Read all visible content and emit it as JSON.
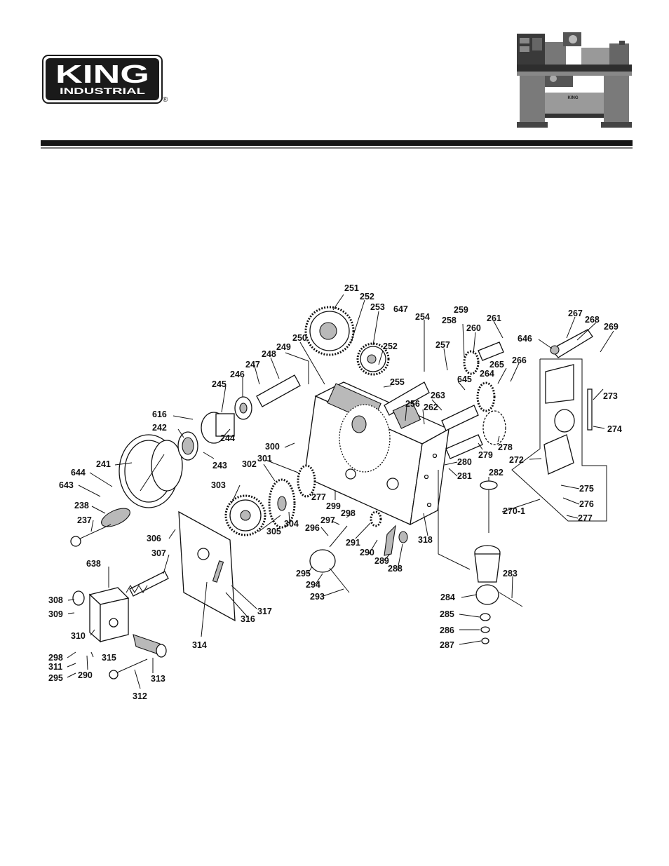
{
  "brand": {
    "name": "KING",
    "sub": "INDUSTRIAL",
    "registered": "®",
    "colors": {
      "logo_bg": "#1a1a1a",
      "logo_text": "#ffffff",
      "rule": "#151515"
    }
  },
  "icons": {
    "logo": "king-industrial-logo",
    "product": "metal-lathe-photo"
  },
  "diagram": {
    "parts": [
      {
        "id": "251"
      },
      {
        "id": "252"
      },
      {
        "id": "253"
      },
      {
        "id": "647"
      },
      {
        "id": "254"
      },
      {
        "id": "259"
      },
      {
        "id": "258"
      },
      {
        "id": "261"
      },
      {
        "id": "260"
      },
      {
        "id": "267"
      },
      {
        "id": "268"
      },
      {
        "id": "269"
      },
      {
        "id": "646"
      },
      {
        "id": "250"
      },
      {
        "id": "249"
      },
      {
        "id": "252"
      },
      {
        "id": "257"
      },
      {
        "id": "248"
      },
      {
        "id": "247"
      },
      {
        "id": "265"
      },
      {
        "id": "266"
      },
      {
        "id": "264"
      },
      {
        "id": "246"
      },
      {
        "id": "255"
      },
      {
        "id": "645"
      },
      {
        "id": "245"
      },
      {
        "id": "256"
      },
      {
        "id": "263"
      },
      {
        "id": "262"
      },
      {
        "id": "273"
      },
      {
        "id": "616"
      },
      {
        "id": "274"
      },
      {
        "id": "242"
      },
      {
        "id": "244"
      },
      {
        "id": "243"
      },
      {
        "id": "300"
      },
      {
        "id": "278"
      },
      {
        "id": "279"
      },
      {
        "id": "272"
      },
      {
        "id": "302"
      },
      {
        "id": "301"
      },
      {
        "id": "280"
      },
      {
        "id": "241"
      },
      {
        "id": "281"
      },
      {
        "id": "644"
      },
      {
        "id": "282"
      },
      {
        "id": "643"
      },
      {
        "id": "303"
      },
      {
        "id": "275"
      },
      {
        "id": "277"
      },
      {
        "id": "299"
      },
      {
        "id": "238"
      },
      {
        "id": "270-1"
      },
      {
        "id": "276"
      },
      {
        "id": "298"
      },
      {
        "id": "297"
      },
      {
        "id": "237"
      },
      {
        "id": "277"
      },
      {
        "id": "305"
      },
      {
        "id": "304"
      },
      {
        "id": "296"
      },
      {
        "id": "306"
      },
      {
        "id": "291"
      },
      {
        "id": "318"
      },
      {
        "id": "290"
      },
      {
        "id": "289"
      },
      {
        "id": "307"
      },
      {
        "id": "288"
      },
      {
        "id": "638"
      },
      {
        "id": "295"
      },
      {
        "id": "283"
      },
      {
        "id": "294"
      },
      {
        "id": "293"
      },
      {
        "id": "308"
      },
      {
        "id": "284"
      },
      {
        "id": "317"
      },
      {
        "id": "309"
      },
      {
        "id": "316"
      },
      {
        "id": "285"
      },
      {
        "id": "310"
      },
      {
        "id": "286"
      },
      {
        "id": "314"
      },
      {
        "id": "287"
      },
      {
        "id": "298"
      },
      {
        "id": "315"
      },
      {
        "id": "311"
      },
      {
        "id": "290"
      },
      {
        "id": "295"
      },
      {
        "id": "313"
      },
      {
        "id": "312"
      }
    ]
  }
}
